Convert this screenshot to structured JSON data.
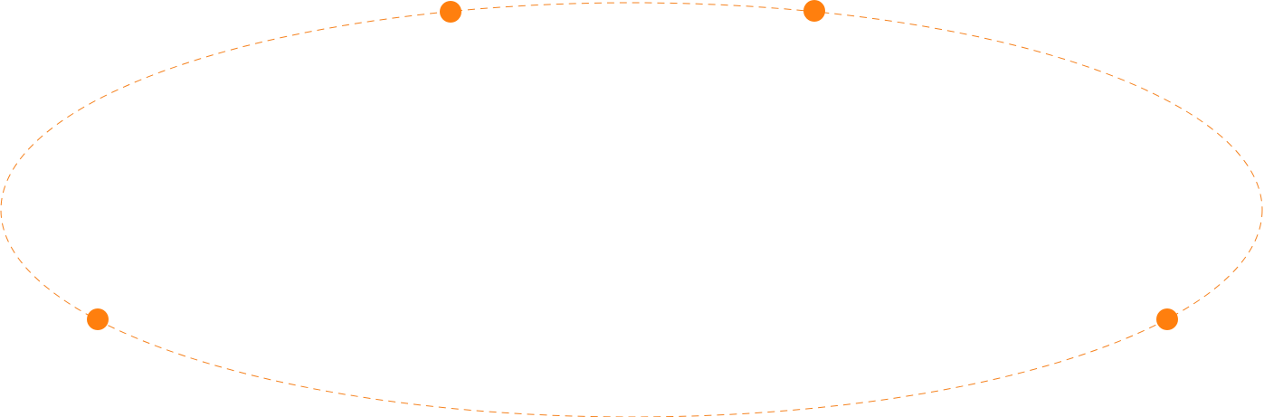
{
  "diagram": {
    "shape": "ellipse",
    "outline_style": "dashed",
    "colors": {
      "outline": "#f5821f",
      "node": "#ff7f0e",
      "background": "#ffffff"
    },
    "node_icon": "orange-dot",
    "node_count": 4
  }
}
